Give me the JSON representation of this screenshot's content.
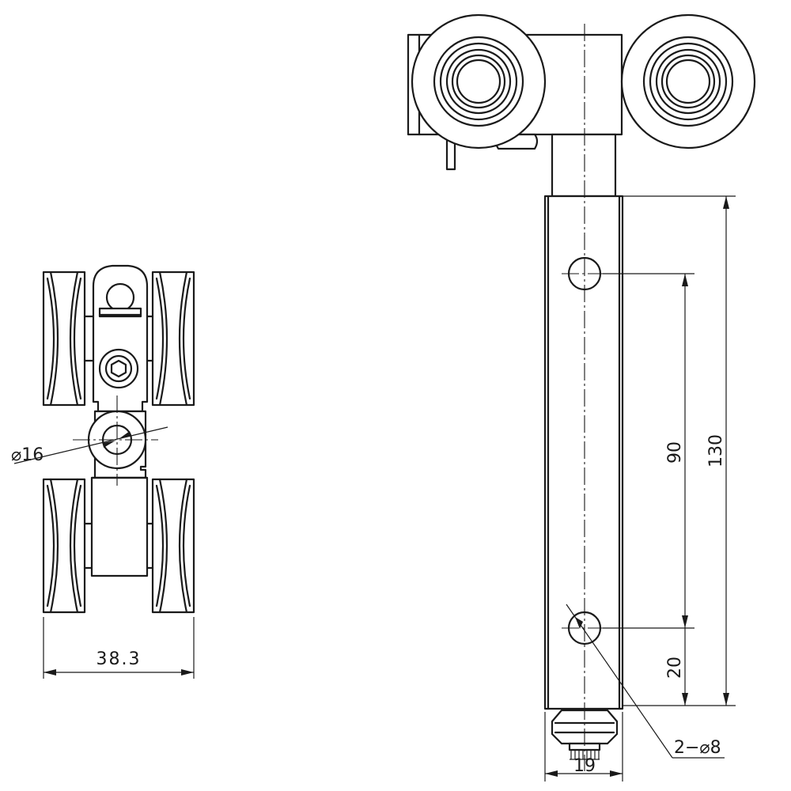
{
  "dimensions": {
    "bore_diameter": "⌀16",
    "overall_width": "38.3",
    "hole_spacing": "90",
    "bracket_length": "130",
    "bottom_offset": "20",
    "holes": "2−⌀8",
    "bracket_width": "19"
  }
}
